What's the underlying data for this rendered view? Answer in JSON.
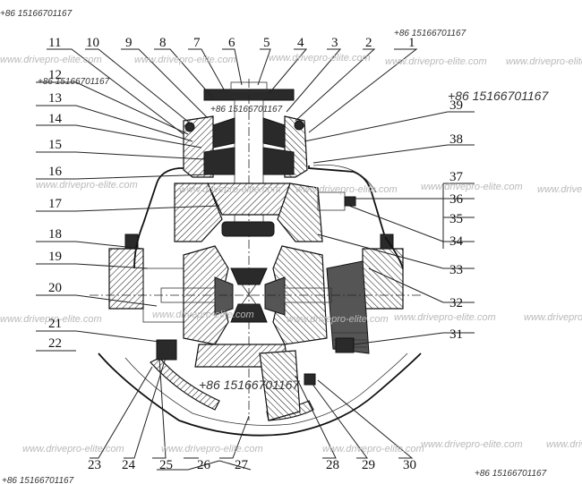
{
  "diagram": {
    "part_numbers": [
      "1",
      "2",
      "3",
      "4",
      "5",
      "6",
      "7",
      "8",
      "9",
      "10",
      "11",
      "12",
      "13",
      "14",
      "15",
      "16",
      "17",
      "18",
      "19",
      "20",
      "21",
      "22",
      "23",
      "24",
      "25",
      "26",
      "27",
      "28",
      "29",
      "30",
      "31",
      "32",
      "33",
      "34",
      "35",
      "36",
      "37",
      "38",
      "39"
    ],
    "watermarks": {
      "website": "www.drivepro-elite.com",
      "phone": "+86 15166701167"
    }
  }
}
